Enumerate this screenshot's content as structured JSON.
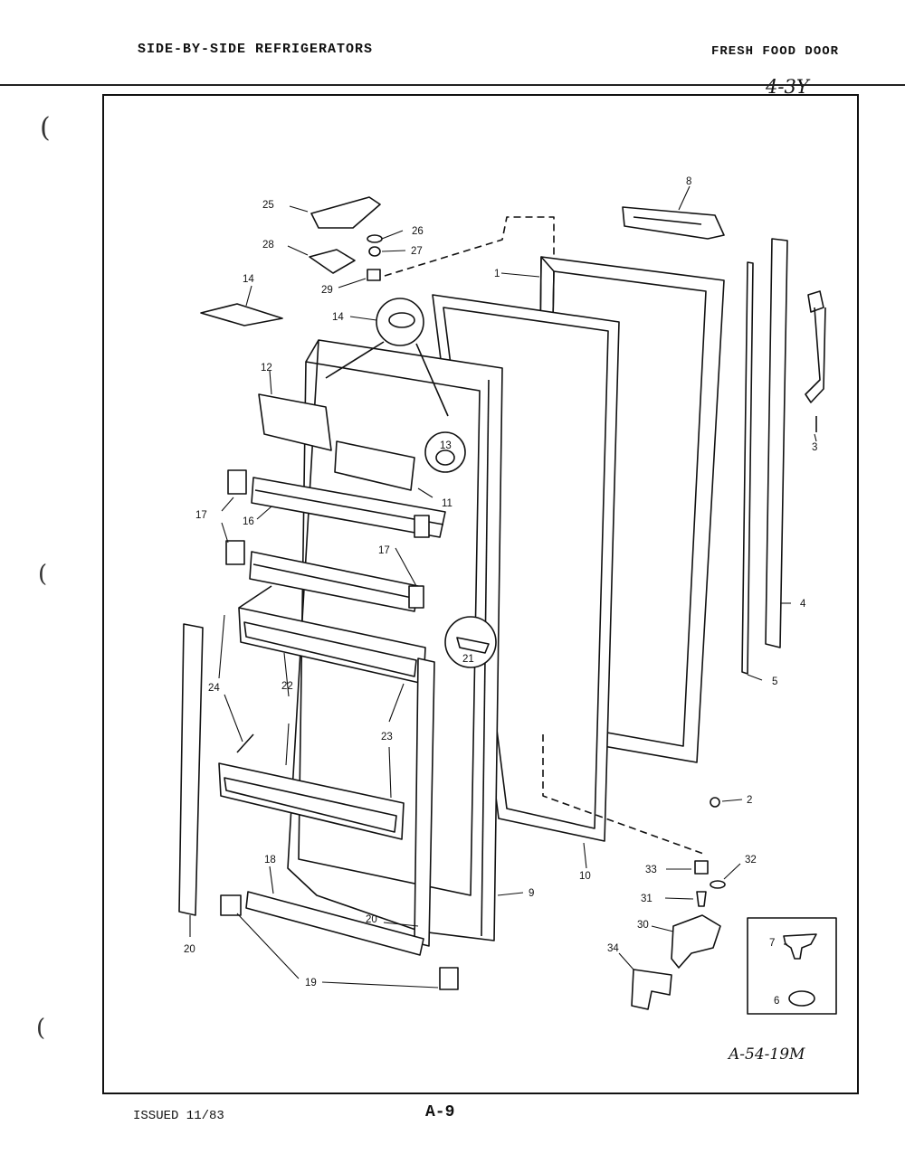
{
  "header": {
    "left_title": "SIDE-BY-SIDE REFRIGERATORS",
    "right_title": "FRESH FOOD DOOR",
    "handwritten_ref": "4-3Y"
  },
  "footer": {
    "issued": "ISSUED 11/83",
    "page": "A-9"
  },
  "drawing_number": "A-54-19M",
  "callouts": [
    "1",
    "2",
    "3",
    "4",
    "5",
    "6",
    "7",
    "8",
    "9",
    "10",
    "11",
    "12",
    "13",
    "14",
    "14",
    "16",
    "17",
    "17",
    "18",
    "19",
    "20",
    "20",
    "21",
    "22",
    "23",
    "24",
    "25",
    "26",
    "27",
    "28",
    "29",
    "30",
    "31",
    "32",
    "33",
    "34"
  ]
}
